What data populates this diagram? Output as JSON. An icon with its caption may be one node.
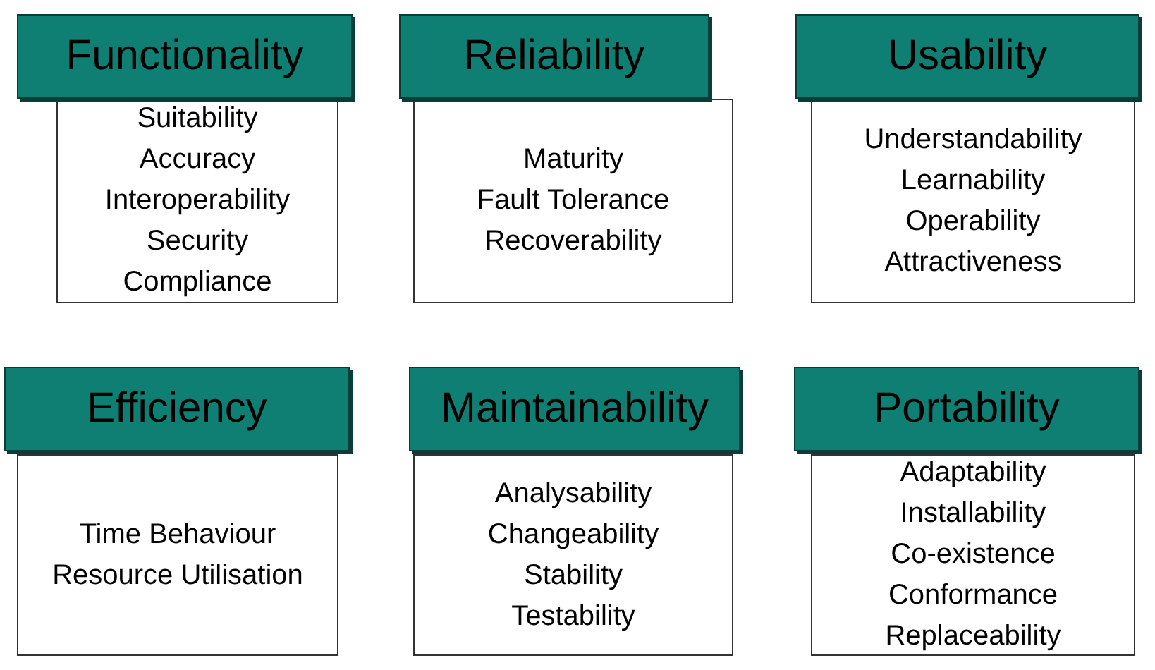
{
  "diagram": {
    "nodes": [
      {
        "text": [
          "Functionality"
        ]
      },
      {
        "text": [
          "Suitability",
          "Accuracy",
          "Interoperability",
          "Security",
          "Compliance"
        ]
      },
      {
        "text": [
          "Reliability"
        ]
      },
      {
        "text": [
          "Maturity",
          "Fault Tolerance",
          "Recoverability"
        ]
      },
      {
        "text": [
          "Usability"
        ]
      },
      {
        "text": [
          "Understandability",
          "Learnability",
          "Operability",
          "Attractiveness"
        ]
      },
      {
        "text": [
          "Efficiency"
        ]
      },
      {
        "text": [
          "Time Behaviour",
          "Resource Utilisation"
        ]
      },
      {
        "text": [
          "Maintainability"
        ]
      },
      {
        "text": [
          "Analysability",
          "Changeability",
          "Stability",
          "Testability"
        ]
      },
      {
        "text": [
          "Portability"
        ]
      },
      {
        "text": [
          "Adaptability",
          "Installability",
          "Co-existence",
          "Conformance",
          "Replaceability"
        ]
      }
    ],
    "edges": []
  }
}
